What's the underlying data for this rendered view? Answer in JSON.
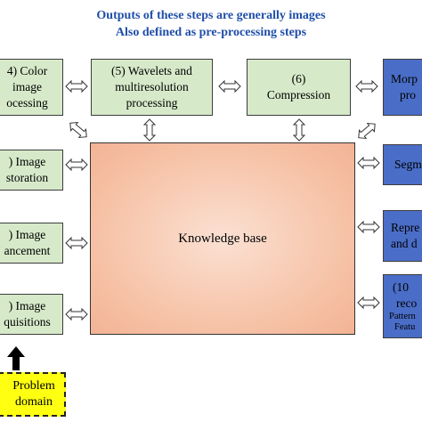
{
  "heading": {
    "line1": "Outputs of these steps are generally images",
    "line2": "Also defined as pre-processing steps"
  },
  "boxes": {
    "color": {
      "lines": [
        "4) Color",
        "image",
        "ocessing"
      ]
    },
    "wavelets": {
      "lines": [
        "(5) Wavelets and",
        "multiresolution",
        "processing"
      ]
    },
    "compression": {
      "lines": [
        "(6)",
        "Compression"
      ]
    },
    "morph": {
      "lines": [
        "Morp",
        "pro"
      ]
    },
    "restoration": {
      "lines": [
        ") Image",
        "storation"
      ]
    },
    "enhancement": {
      "lines": [
        ") Image",
        "ancement"
      ]
    },
    "acquisition": {
      "lines": [
        ") Image",
        "quisitions"
      ]
    },
    "segmentation": {
      "lines": [
        "Segm"
      ]
    },
    "representation": {
      "lines": [
        "Repre",
        "and d"
      ]
    },
    "recognition": {
      "lines": [
        "(10",
        "reco",
        "Pattern",
        "Featu"
      ]
    },
    "knowledge": {
      "label": "Knowledge base"
    },
    "problem": {
      "lines": [
        "Problem",
        "domain"
      ]
    }
  },
  "colors": {
    "heading": "#1f4ea8",
    "green_box": "#d6e9c9",
    "blue_box": "#4a6dc7",
    "problem_box": "#ffff11"
  }
}
